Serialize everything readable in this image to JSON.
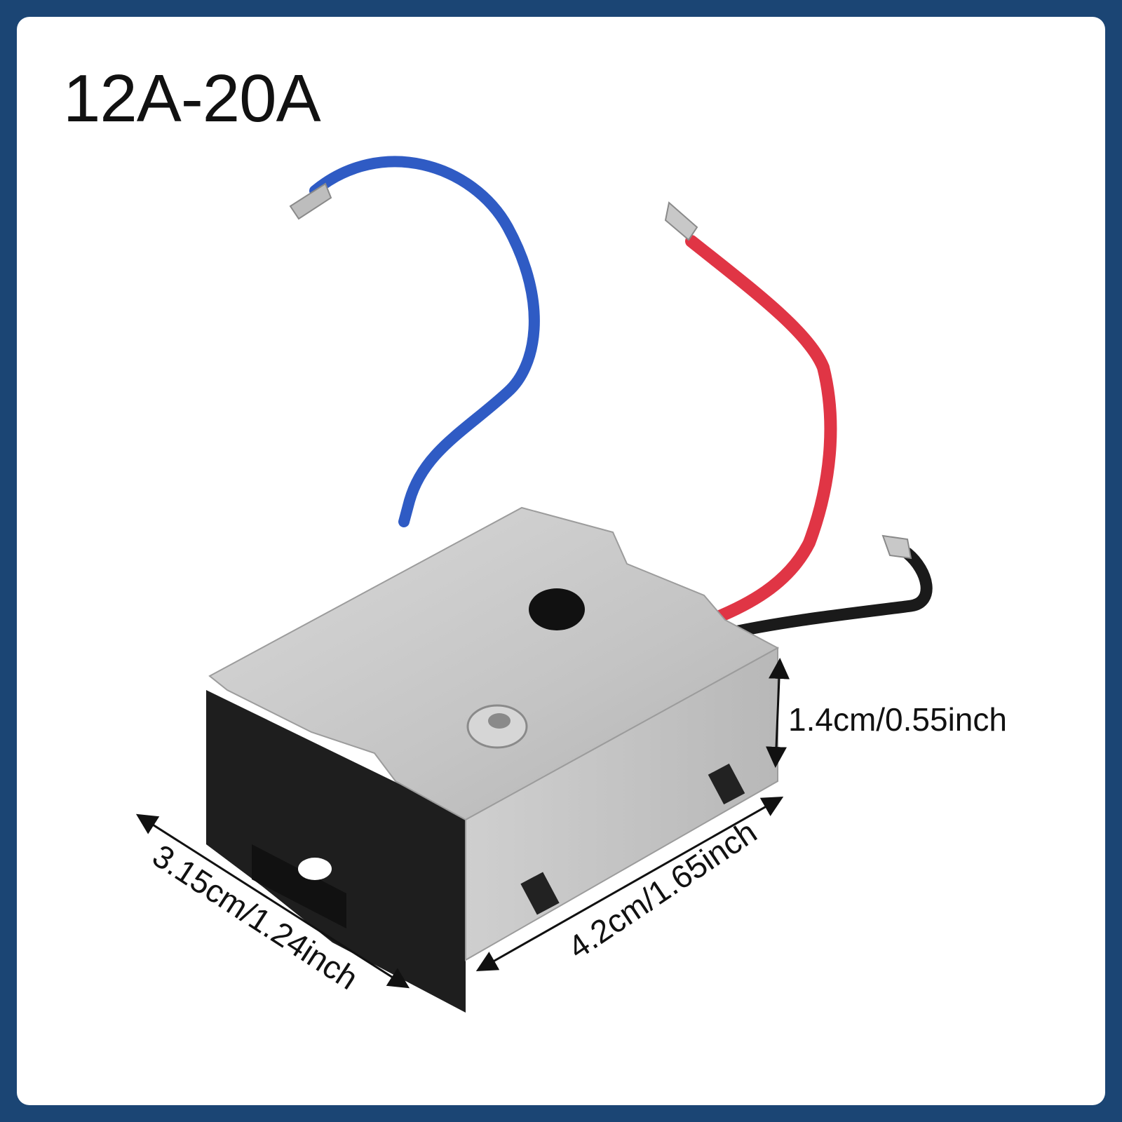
{
  "product": {
    "title": "12A-20A"
  },
  "dimensions": {
    "height_label": "1.4cm/0.55inch",
    "length_label": "4.2cm/1.65inch",
    "width_label": "3.15cm/1.24inch"
  },
  "colors": {
    "border": "#1b4574",
    "background": "#ffffff",
    "wire_blue": "#2f5bc4",
    "wire_red": "#e03545",
    "wire_black": "#1a1a1a",
    "metal": "#c9c9c9",
    "housing": "#1e1e1e"
  }
}
